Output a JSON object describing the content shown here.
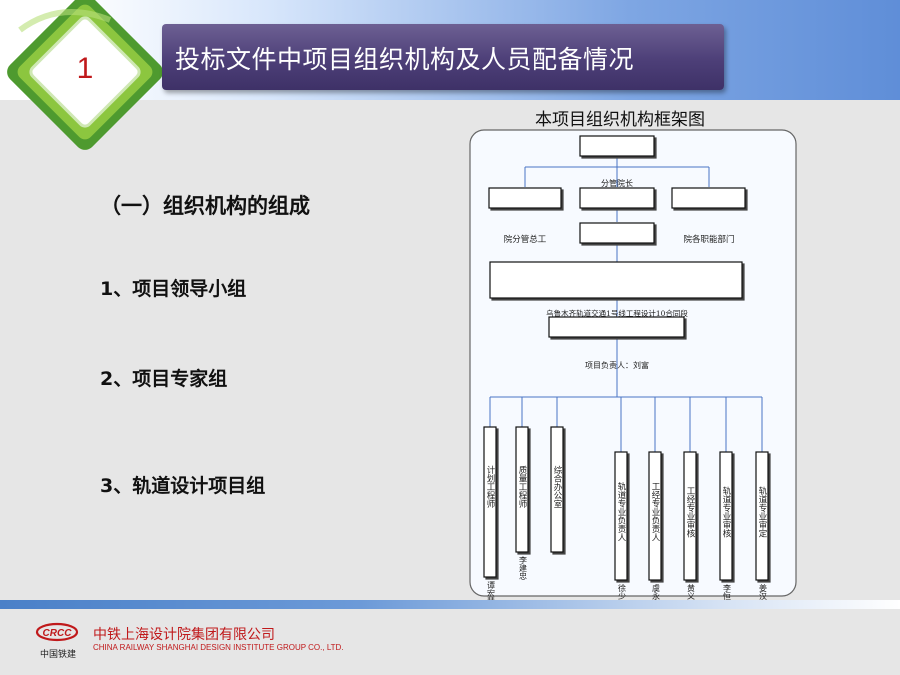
{
  "header": {
    "badge_number": "1",
    "title": "投标文件中项目组织机构及人员配备情况"
  },
  "outline": {
    "heading": "（一）组织机构的组成",
    "items": [
      "1、项目领导小组",
      "2、项目专家组",
      "3、轨道设计项目组"
    ]
  },
  "org_chart": {
    "title": "本项目组织机构框架图",
    "label_vice_president": "分管院长",
    "label_chief_engineer": "院分管总工",
    "label_departments": "院各职能部门",
    "label_project_team": "乌鲁木齐轨道交通1号线工程设计10合同段",
    "label_project_manager": "项目负责人：刘富",
    "roles": [
      {
        "title": "计划工程师",
        "name": "谭宏慧"
      },
      {
        "title": "质量工程师",
        "name": "李建忠"
      },
      {
        "title": "综合办公室",
        "name": ""
      },
      {
        "title": "轨道专业负责人",
        "name": "徐少军"
      },
      {
        "title": "工经专业负责人",
        "name": "虞永明"
      },
      {
        "title": "工经专业审核",
        "name": "黄义勇"
      },
      {
        "title": "轨道专业审核",
        "name": "李恒少"
      },
      {
        "title": "轨道专业审定",
        "name": "姜汉生"
      }
    ]
  },
  "footer": {
    "logo_text": "中国铁建",
    "company_cn": "中铁上海设计院集团有限公司",
    "company_en": "CHINA RAILWAY SHANGHAI DESIGN INSTITUTE GROUP CO., LTD."
  },
  "colors": {
    "title_bar": "#4d3f78",
    "accent_red": "#c0191b",
    "badge_green": "#6cb33f",
    "connector_blue": "#4a74c4"
  }
}
